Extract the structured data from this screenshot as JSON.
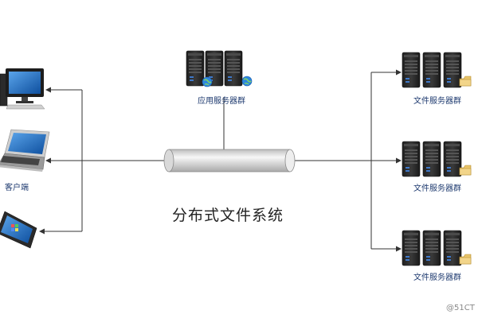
{
  "diagram": {
    "title": "分布式文件系统",
    "client_label": "客户端",
    "app_server_label": "应用服务器群",
    "file_server_labels": [
      "文件服务器群",
      "文件服务器群",
      "文件服务器群"
    ],
    "watermark": "@51CT"
  },
  "icons": {
    "app_servers": "server-globe-icon",
    "file_servers": "server-folder-icon",
    "clients": [
      "desktop-computer-icon",
      "laptop-icon",
      "tablet-icon"
    ]
  },
  "colors": {
    "server_body": "#2a2a2a",
    "server_led": "#3f78c8",
    "globe": "#2e86de",
    "folder": "#e8c46a",
    "pipe_light": "#f4f4f4",
    "pipe_dark": "#b8b8b8",
    "line": "#333333",
    "screen": "#1b67c2"
  }
}
